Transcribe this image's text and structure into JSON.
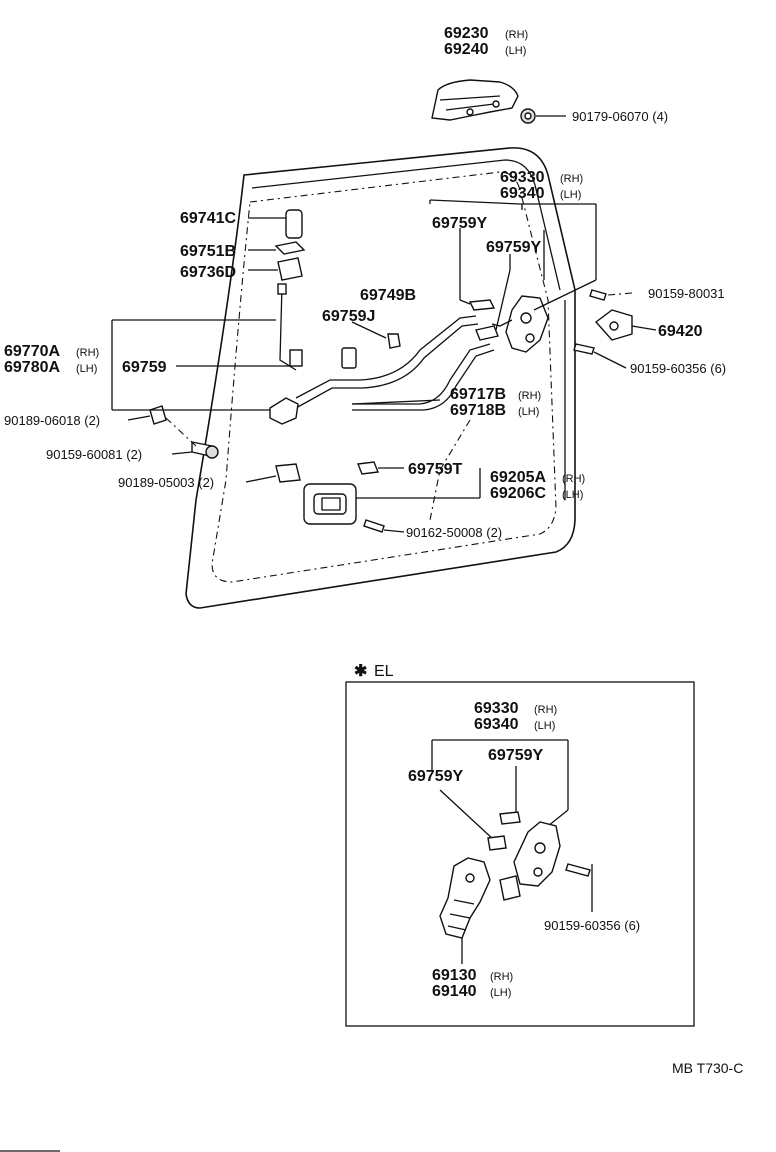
{
  "labels": {
    "outer_handle_rh": "69230",
    "outer_handle_lh": "69240",
    "outer_handle_bolt": "90179-06070 (4)",
    "lock_assy_rh": "69330",
    "lock_assy_lh": "69340",
    "clip_69759y_a": "69759Y",
    "clip_69759y_b": "69759Y",
    "knob": "69741C",
    "bezel": "69751B",
    "guide": "69736D",
    "clip_69749b": "69749B",
    "clip_69759j": "69759J",
    "striker_screw": "90159-80031",
    "striker": "69420",
    "lock_screw": "90159-60356 (6)",
    "rod_rh": "69770A",
    "rod_lh": "69780A",
    "rod_clip": "69759",
    "cable_rh": "69717B",
    "cable_lh": "69718B",
    "clip_a": "90189-06018 (2)",
    "screw_a": "90159-60081 (2)",
    "clip_b": "90189-05003 (2)",
    "clip_69759t": "69759T",
    "inner_handle_rh": "69205A",
    "inner_handle_lh": "69206C",
    "inner_handle_screw": "90162-50008 (2)"
  },
  "side": {
    "rh": "(RH)",
    "lh": "(LH)"
  },
  "el_section": {
    "marker": "✱",
    "title": "EL",
    "lock_rh": "69330",
    "lock_lh": "69340",
    "clip_a": "69759Y",
    "clip_b": "69759Y",
    "screw": "90159-60356 (6)",
    "actuator_rh": "69130",
    "actuator_lh": "69140"
  },
  "footer_code": "MB  T730-C"
}
